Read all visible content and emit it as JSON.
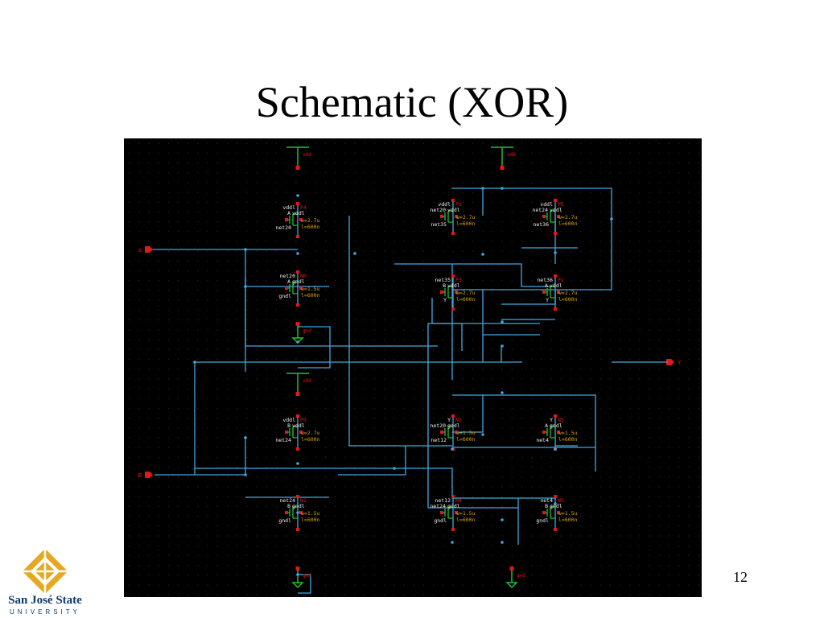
{
  "slide": {
    "title": "Schematic (XOR)",
    "page_number": "12"
  },
  "colors": {
    "background": "#000000",
    "wire": "#40a8e0",
    "supply": "#22c030",
    "pin": "#e01818",
    "label_white": "#f0f0f0",
    "label_orange": "#e0a000",
    "grid": "#303850"
  },
  "schematic": {
    "ports": {
      "a": "a",
      "b": "B",
      "y": "Y"
    },
    "supply": {
      "vdd": "vdd",
      "gnd": "gnd"
    },
    "devices": [
      {
        "id": "P4",
        "t1": "vddl",
        "t2": "A",
        "t3": "vddl",
        "t4": "net20",
        "w": "w=2.7u",
        "l": "l=600n"
      },
      {
        "id": "N0",
        "t1": "net20",
        "t2": "A",
        "t3": "gndl",
        "t4": "gndl",
        "w": "w=1.5u",
        "l": "l=600n"
      },
      {
        "id": "P2",
        "t1": "vddl",
        "t2": "net20",
        "t3": "vddl",
        "t4": "net35",
        "w": "w=2.7u",
        "l": "l=600n"
      },
      {
        "id": "P3",
        "t1": "net35",
        "t2": "B",
        "t3": "vddl",
        "t4": "Y",
        "w": "w=2.7u",
        "l": "l=600n"
      },
      {
        "id": "P0",
        "t1": "vddl",
        "t2": "net24",
        "t3": "vddl",
        "t4": "net36",
        "w": "w=2.7u",
        "l": "l=600n"
      },
      {
        "id": "P1",
        "t1": "net36",
        "t2": "A",
        "t3": "vddl",
        "t4": "Y",
        "w": "w=2.7u",
        "l": "l=600n"
      },
      {
        "id": "P5",
        "t1": "vddl",
        "t2": "B",
        "t3": "vddl",
        "t4": "net24",
        "w": "w=2.7u",
        "l": "l=600n"
      },
      {
        "id": "N1",
        "t1": "net24",
        "t2": "B",
        "t3": "gndl",
        "t4": "gndl",
        "w": "w=1.5u",
        "l": "l=600n"
      },
      {
        "id": "N2",
        "t1": "Y",
        "t2": "net20",
        "t3": "gndl",
        "t4": "net12",
        "w": "w=1.5u",
        "l": "l=600n"
      },
      {
        "id": "N4",
        "t1": "net12",
        "t2": "net24",
        "t3": "gndl",
        "t4": "gndl",
        "w": "w=1.5u",
        "l": "l=600n"
      },
      {
        "id": "N3",
        "t1": "Y",
        "t2": "A",
        "t3": "gndl",
        "t4": "net4",
        "w": "w=1.5u",
        "l": "l=600n"
      },
      {
        "id": "N5",
        "t1": "net4",
        "t2": "B",
        "t3": "gndl",
        "t4": "gndl",
        "w": "w=1.5u",
        "l": "l=600n"
      }
    ]
  },
  "logo": {
    "line1": "San José State",
    "line2": "UNIVERSITY"
  }
}
